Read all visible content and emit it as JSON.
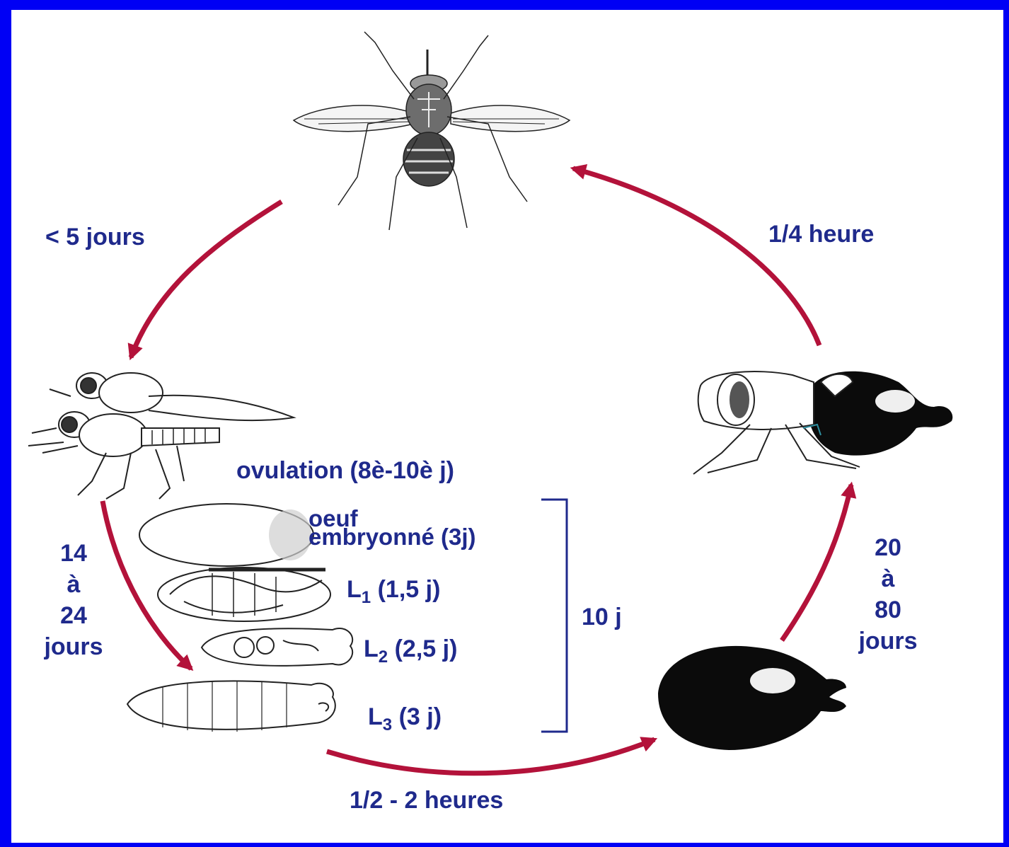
{
  "durations": {
    "adult_to_mating": "< 5 jours",
    "gestation": [
      "14",
      "à",
      "24",
      "jours"
    ],
    "larviposition_to_pupa": "1/2 - 2 heures",
    "pupal_period": [
      "20",
      "à",
      "80",
      "jours"
    ],
    "emergence_to_flight": "1/4 heure",
    "intra_uterine_total": "10 j"
  },
  "stages": {
    "ovulation": "ovulation (8è-10è j)",
    "egg_line1": "oeuf",
    "egg_line2": "embryonné (3j)",
    "l1": {
      "prefix": "L",
      "sub": "1",
      "suffix": " (1,5 j)"
    },
    "l2": {
      "prefix": "L",
      "sub": "2",
      "suffix": " (2,5 j)"
    },
    "l3": {
      "prefix": "L",
      "sub": "3",
      "suffix": " (3 j)"
    }
  },
  "colors": {
    "frame": "#0000f5",
    "arrow": "#b3123a",
    "text": "#1f2a8c"
  }
}
